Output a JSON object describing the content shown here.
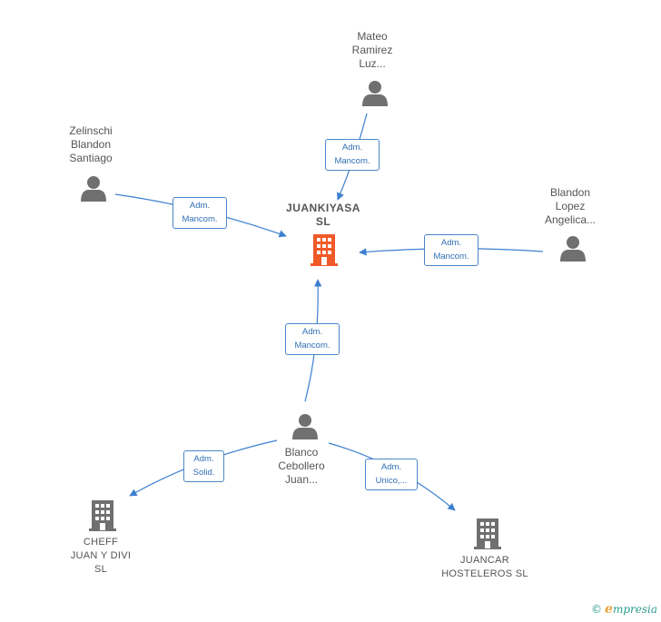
{
  "nodes": {
    "main": {
      "line1": "JUANKIYASA",
      "line2": "SL"
    },
    "mateo": {
      "line1": "Mateo",
      "line2": "Ramirez",
      "line3": "Luz..."
    },
    "zelinschi": {
      "line1": "Zelinschi",
      "line2": "Blandon",
      "line3": "Santiago"
    },
    "blandon": {
      "line1": "Blandon",
      "line2": "Lopez",
      "line3": "Angelica..."
    },
    "blanco": {
      "line1": "Blanco",
      "line2": "Cebollero",
      "line3": "Juan..."
    },
    "cheff": {
      "line1": "CHEFF",
      "line2": "JUAN Y DIVI",
      "line3": "SL"
    },
    "juancar": {
      "line1": "JUANCAR",
      "line2": "HOSTELEROS SL"
    }
  },
  "relations": {
    "mateo_main": {
      "line1": "Adm.",
      "line2": "Mancom."
    },
    "zelinschi_main": {
      "line1": "Adm.",
      "line2": "Mancom."
    },
    "blandon_main": {
      "line1": "Adm.",
      "line2": "Mancom."
    },
    "blanco_main": {
      "line1": "Adm.",
      "line2": "Mancom."
    },
    "blanco_cheff": {
      "line1": "Adm.",
      "line2": "Solid."
    },
    "blanco_juancar": {
      "line1": "Adm.",
      "line2": "Unico,..."
    }
  },
  "colors": {
    "edge": "#3d7fcf",
    "main_building": "#f05a28",
    "building": "#707070",
    "person": "#707070"
  },
  "branding": {
    "copyright": "©",
    "e_letter": "e",
    "rest": "mpresia"
  }
}
